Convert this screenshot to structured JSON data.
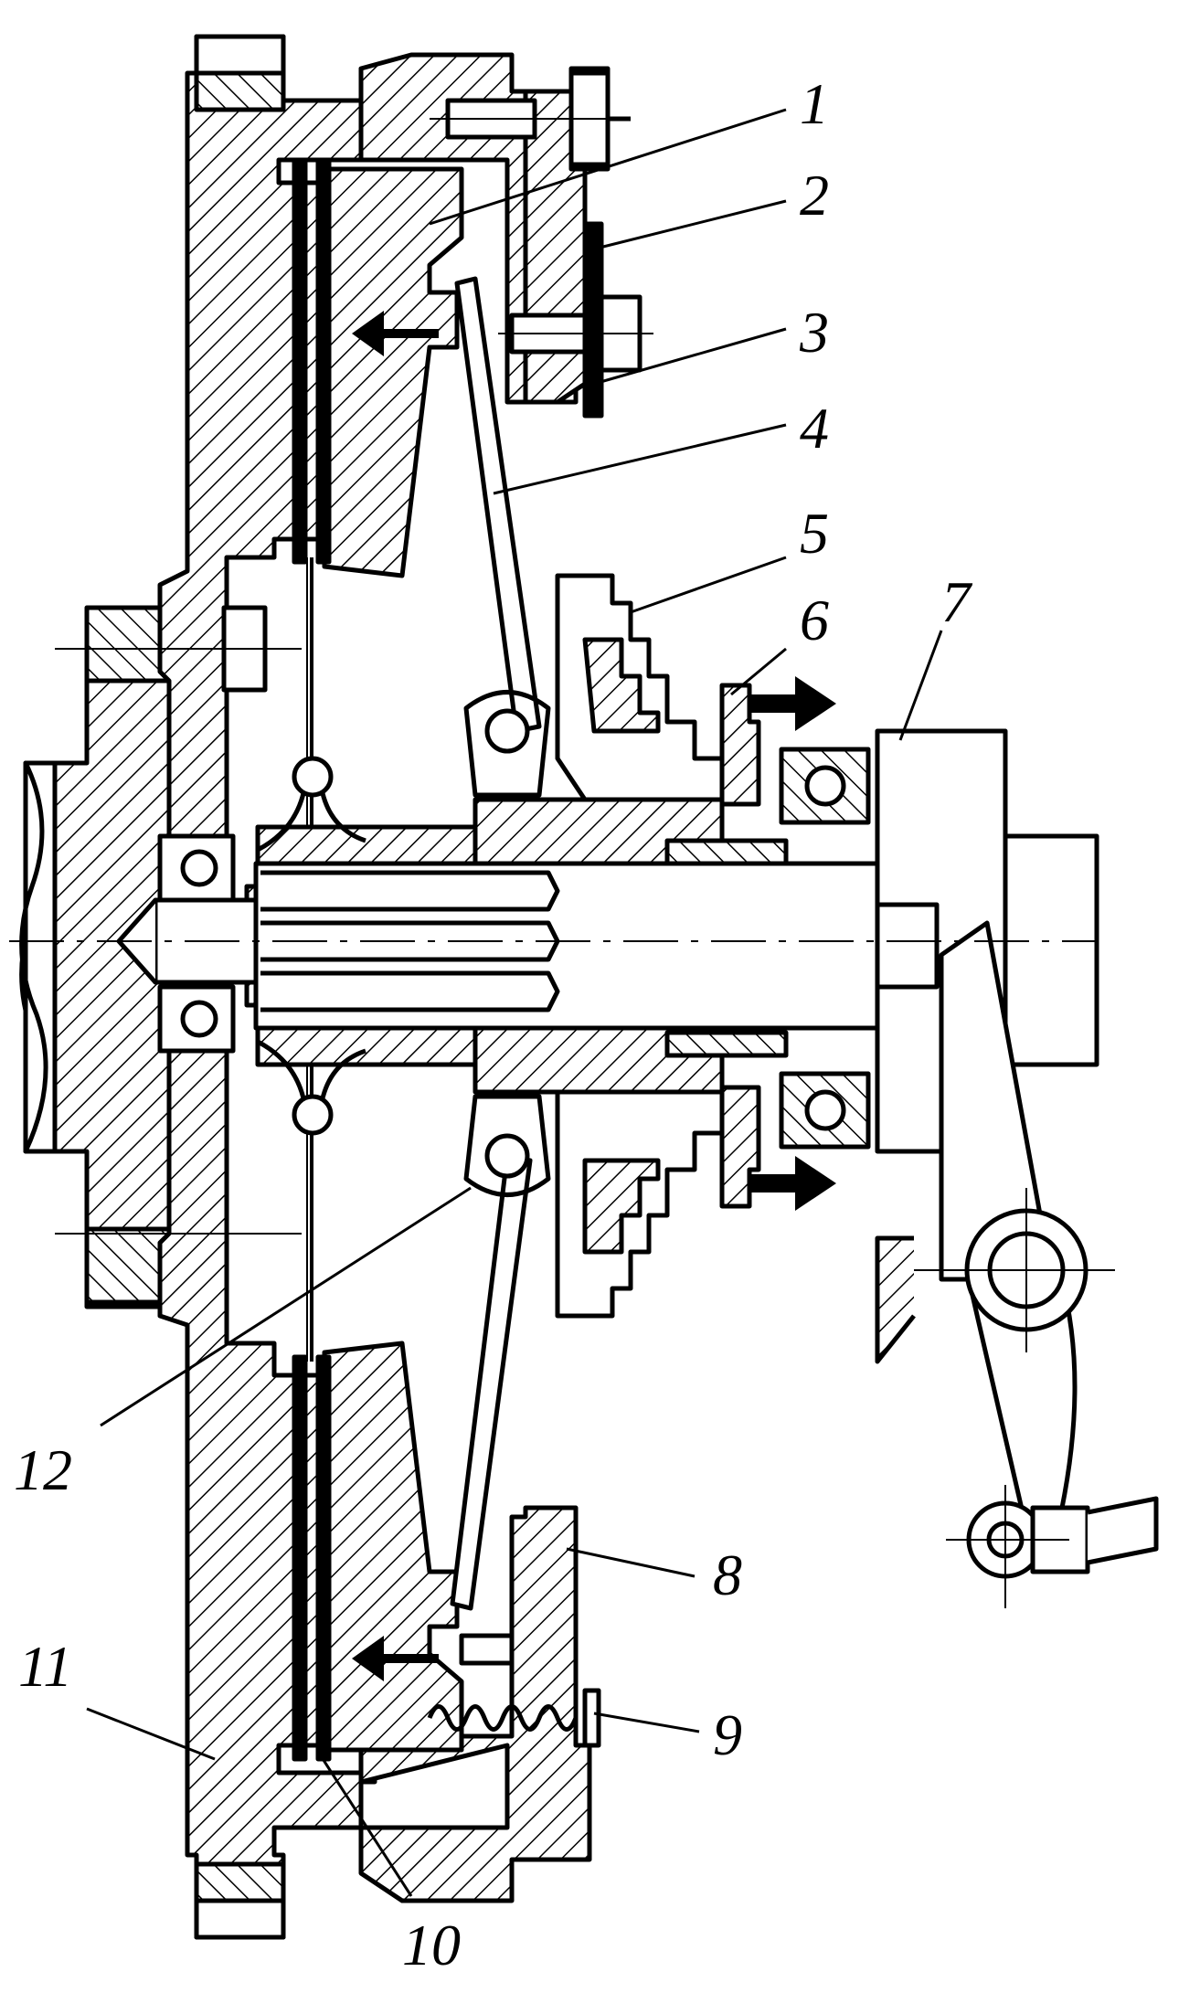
{
  "callouts": [
    {
      "id": "1",
      "label": "1"
    },
    {
      "id": "2",
      "label": "2"
    },
    {
      "id": "3",
      "label": "3"
    },
    {
      "id": "4",
      "label": "4"
    },
    {
      "id": "5",
      "label": "5"
    },
    {
      "id": "6",
      "label": "6"
    },
    {
      "id": "7",
      "label": "7"
    },
    {
      "id": "8",
      "label": "8"
    },
    {
      "id": "9",
      "label": "9"
    },
    {
      "id": "10",
      "label": "10"
    },
    {
      "id": "11",
      "label": "11"
    },
    {
      "id": "12",
      "label": "12"
    }
  ],
  "style": {
    "ink": "#000000",
    "paper": "#ffffff"
  }
}
